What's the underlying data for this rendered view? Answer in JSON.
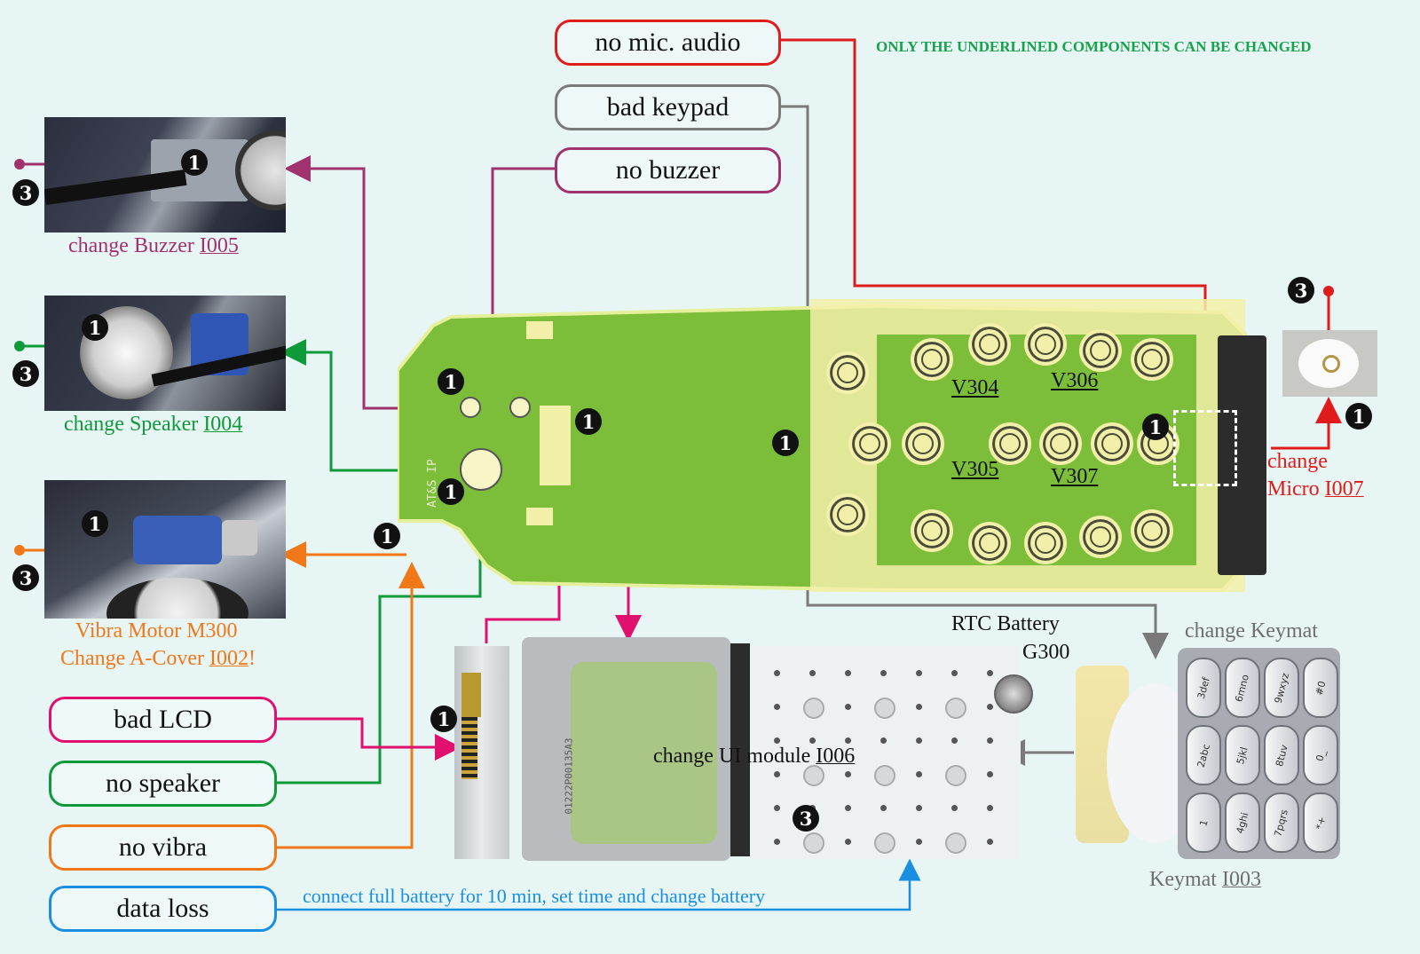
{
  "header_note": "ONLY THE UNDERLINED COMPONENTS CAN BE CHANGED",
  "colors": {
    "mic": "#e01b1b",
    "keypad": "#7a7a7a",
    "buzzer": "#a0326e",
    "speaker": "#0f9a3a",
    "vibra": "#f07818",
    "lcd": "#e0106e",
    "data": "#1a8ee0",
    "note": "#16a34a",
    "pcb": "#7cbd3a",
    "pad": "#f2f0a8"
  },
  "symptoms": {
    "no_mic_audio": "no mic. audio",
    "bad_keypad": "bad  keypad",
    "no_buzzer": "no buzzer",
    "bad_lcd": "bad LCD",
    "no_speaker": "no speaker",
    "no_vibra": "no vibra",
    "data_loss": "data loss"
  },
  "components": {
    "buzzer": {
      "text": "change Buzzer ",
      "code": "I005"
    },
    "speaker": {
      "text": "change Speaker ",
      "code": "I004"
    },
    "vibra": {
      "line1": "Vibra Motor M300",
      "line2_text": "Change A-Cover ",
      "line2_code": "I002",
      "suffix": "!"
    },
    "micro": {
      "line1": "change",
      "line2_text": "Micro ",
      "line2_code": "I007"
    },
    "rtc": {
      "line1": "RTC Battery",
      "line2": "G300"
    },
    "keymat": {
      "title": "change Keymat",
      "text": "Keymat ",
      "code": "I003"
    },
    "ui_module": {
      "text": "change UI module ",
      "code": "I006"
    }
  },
  "data_loss_instruction": "connect full battery for 10 min, set time and change battery",
  "pcb_labels": {
    "v304": "V304",
    "v305": "V305",
    "v306": "V306",
    "v307": "V307",
    "board_text": "AT&S IP"
  },
  "keymat_keys": [
    "3def",
    "6mno",
    "9wxyz",
    "#0",
    "2abc",
    "5jkl",
    "8tuv",
    "0_",
    "1",
    "4ghi",
    "7pqrs",
    "*+"
  ],
  "lcd_serial": "01222P00135A3",
  "badges": {
    "one": "1",
    "three": "3"
  }
}
